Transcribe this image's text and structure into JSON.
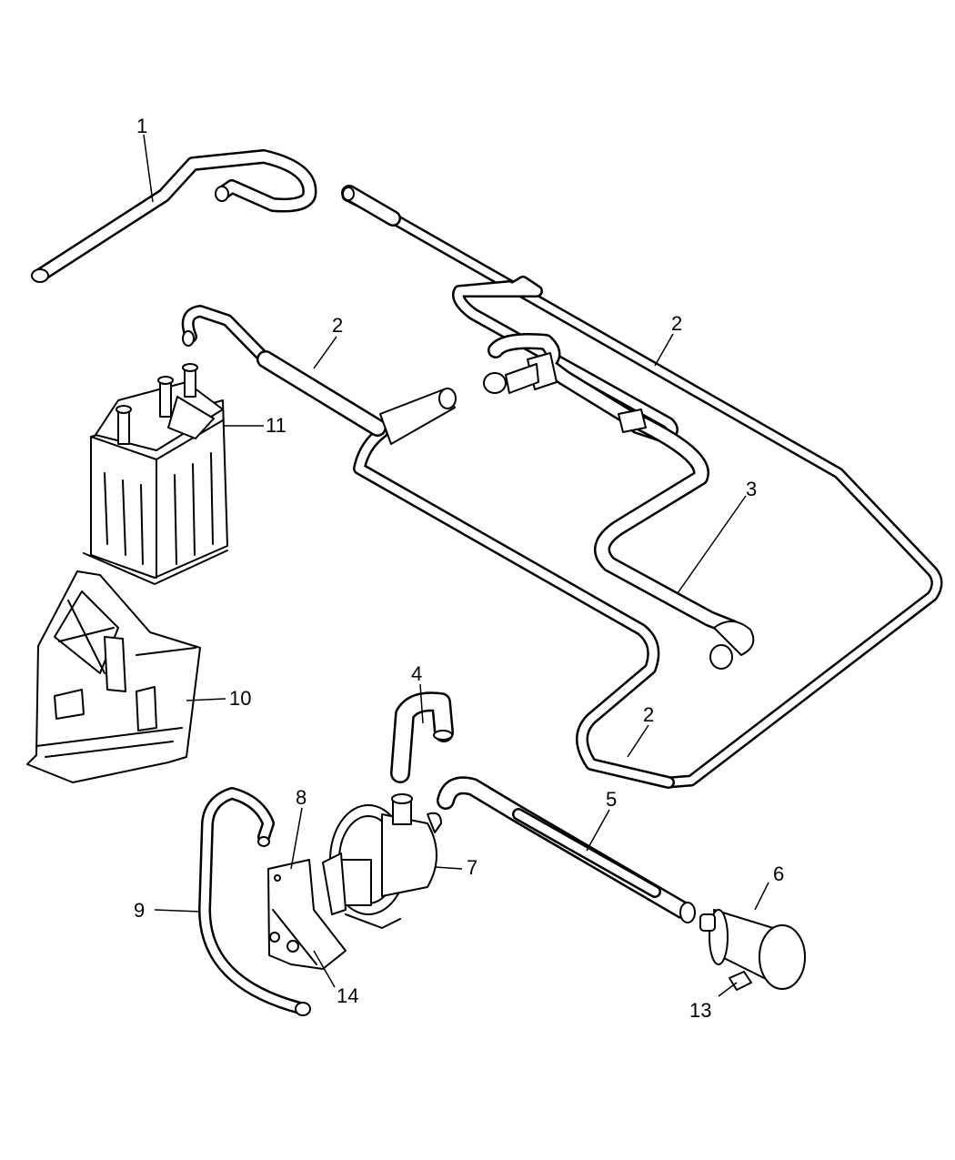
{
  "callouts": {
    "c1": "1",
    "c2a": "2",
    "c2b": "2",
    "c2c": "2",
    "c3": "3",
    "c4": "4",
    "c5": "5",
    "c6": "6",
    "c7": "7",
    "c8": "8",
    "c9": "9",
    "c10": "10",
    "c11": "11",
    "c13": "13",
    "c14": "14"
  },
  "colors": {
    "line": "#000000",
    "background": "#ffffff"
  }
}
